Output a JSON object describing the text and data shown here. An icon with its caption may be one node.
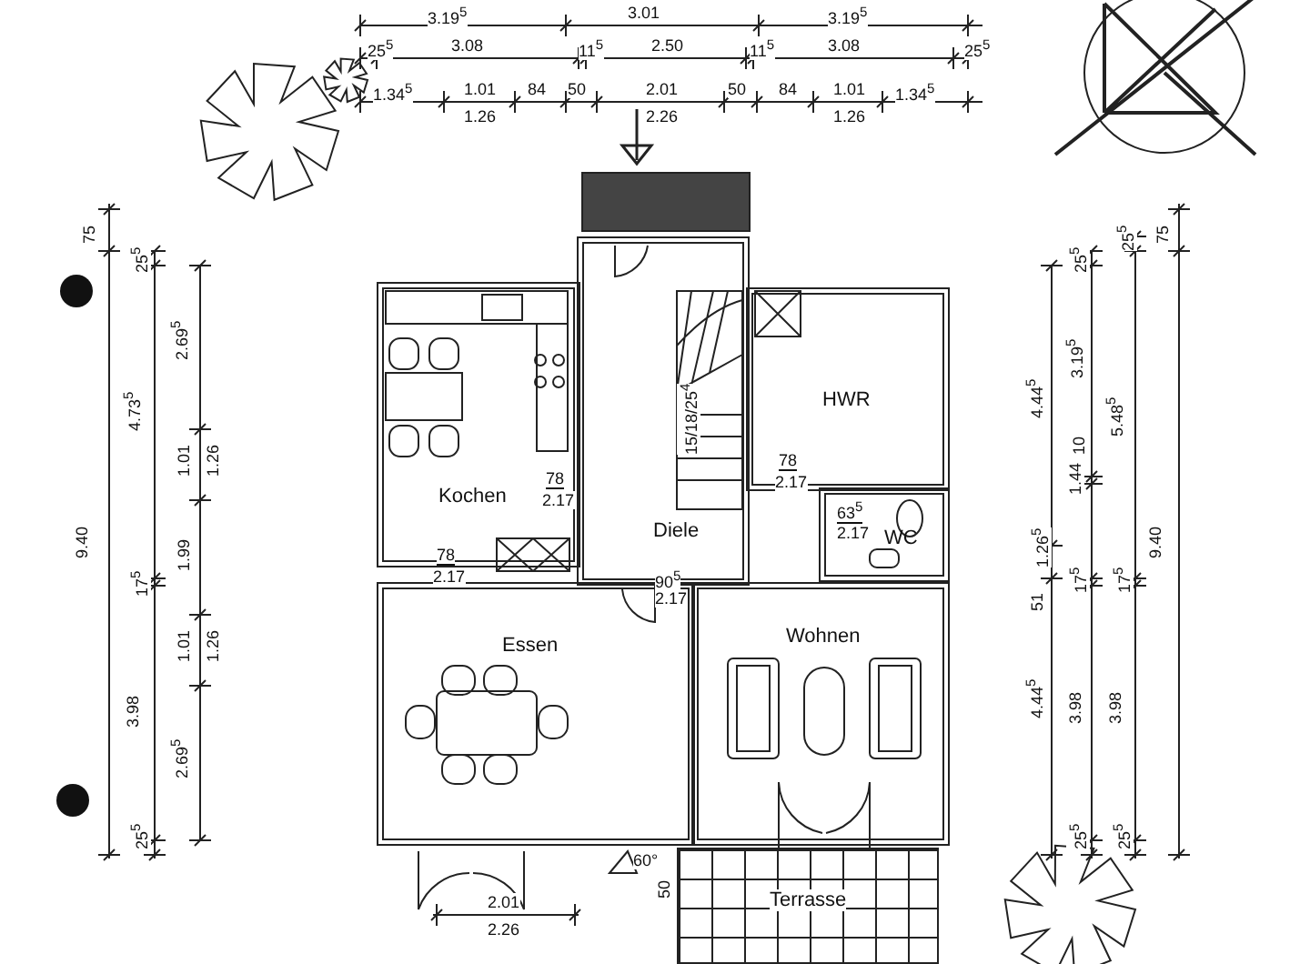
{
  "diagram": {
    "nodes": [
      {
        "text": [
          "Kochen"
        ]
      },
      {
        "text": [
          "Diele"
        ]
      },
      {
        "text": [
          "HWR"
        ]
      },
      {
        "text": [
          "WC"
        ]
      },
      {
        "text": [
          "Essen"
        ]
      },
      {
        "text": [
          "Wohnen"
        ]
      },
      {
        "text": [
          "Terrasse"
        ]
      }
    ],
    "labels": [
      "3.19$^{5}$",
      "3.01",
      "3.19$^{5}$",
      "25$^{5}$",
      "3.08",
      "11$^{5}$",
      "2.50",
      "11$^{5}$",
      "3.08",
      "25$^{5}$",
      "1.34$^{5}$",
      "1.01",
      "84",
      "50",
      "2.01",
      "50",
      "84",
      "1.01",
      "1.34$^{5}$",
      "1.26",
      "2.26",
      "1.26",
      "75",
      "9.40",
      "25$^{5}$",
      "4.73$^{5}$",
      "17$^{5}$",
      "3.98",
      "25$^{5}$",
      "2.69$^{5}$",
      "1.01",
      "1.26",
      "1.99",
      "1.01",
      "1.26",
      "2.69$^{5}$",
      "2.01",
      "2.26",
      "60°",
      "50",
      "78",
      "2.17",
      "78",
      "2.17",
      "90$^{5}$",
      "2.17",
      "78",
      "2.17",
      "63$^{5}$",
      "2.17",
      "15/18/25$^{4}$",
      "4.44$^{5}$",
      "51",
      "1.26$^{5}$",
      "4.44$^{5}$",
      "25$^{5}$",
      "3.19$^{5}$",
      "10",
      "1.44",
      "17$^{5}$",
      "3.98",
      "25$^{5}$",
      "25$^{5}$",
      "5.48$^{5}$",
      "17$^{5}$",
      "3.98",
      "25$^{5}$",
      "75",
      "9.40"
    ]
  }
}
